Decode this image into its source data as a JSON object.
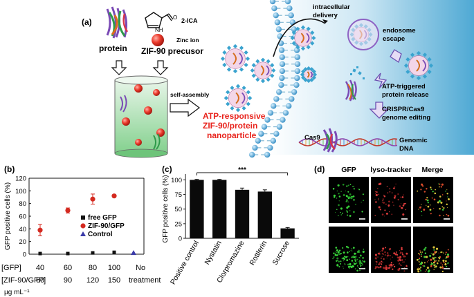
{
  "panel_a": {
    "label": "(a)",
    "protein_label": "protein",
    "precursor_label": "ZIF-90 precusor",
    "ica_label": "2-ICA",
    "zinc_label": "Zinc ion",
    "self_assembly": "self-assembly",
    "np_title": [
      "ATP-responsive",
      "ZIF-90/protein",
      "nanoparticle"
    ],
    "intracellular": [
      "intracellular",
      "delivery"
    ],
    "endosome": [
      "endosome",
      "escape"
    ],
    "release": [
      "ATP-triggered",
      "protein release"
    ],
    "crispr": [
      "CRISPR/Cas9",
      "genome editing"
    ],
    "cas9": "Cas9",
    "genomic": [
      "Genomic",
      "DNA"
    ],
    "imidazole_label": "NH",
    "imidazole_o": "O",
    "red_color": "#e8231c"
  },
  "panel_b": {
    "label": "(b)",
    "row_gfp_label": "[GFP]",
    "row_zif_label": "[ZIF-90/GFP]",
    "unit_label": "μg mL⁻¹",
    "gfp_values": [
      "40",
      "60",
      "80",
      "100"
    ],
    "zif_values": [
      "60",
      "90",
      "120",
      "150"
    ],
    "no_treatment": [
      "No",
      "treatment"
    ]
  },
  "panel_c": {
    "label": "(c)",
    "significance": "***"
  },
  "panel_d": {
    "label": "(d)",
    "columns": [
      "GFP",
      "lyso-tracker",
      "Merge"
    ]
  },
  "chart_data": [
    {
      "type": "scatter",
      "ylabel": "GFP positive cells (%)",
      "ylim": [
        0,
        120
      ],
      "yticks": [
        0,
        20,
        40,
        60,
        80,
        100,
        120
      ],
      "x": [
        1,
        2,
        3,
        4,
        5
      ],
      "series": [
        {
          "name": "free GFP",
          "marker": "square",
          "color": "#111111",
          "values": [
            1,
            1,
            2,
            3,
            null
          ]
        },
        {
          "name": "ZIF-90/GFP",
          "marker": "circle",
          "color": "#d42a20",
          "values": [
            38,
            69,
            87,
            92,
            null
          ],
          "errors": [
            9,
            4,
            8,
            0
          ]
        },
        {
          "name": "Control",
          "marker": "triangle",
          "color": "#3a3aa8",
          "values": [
            null,
            null,
            null,
            null,
            2
          ]
        }
      ],
      "legend_position": "right"
    },
    {
      "type": "bar",
      "ylabel": "GFP positive cells (%)",
      "ylim": [
        0,
        110
      ],
      "yticks": [
        0,
        25,
        50,
        75,
        100
      ],
      "categories": [
        "Positive control",
        "Nystatin",
        "Clorpromazine",
        "Rottlerin",
        "Sucrose"
      ],
      "values": [
        100,
        100,
        83,
        80,
        17
      ],
      "errors": [
        1,
        1,
        3,
        3,
        1.5
      ],
      "bar_color": "#0a0a0a"
    }
  ]
}
